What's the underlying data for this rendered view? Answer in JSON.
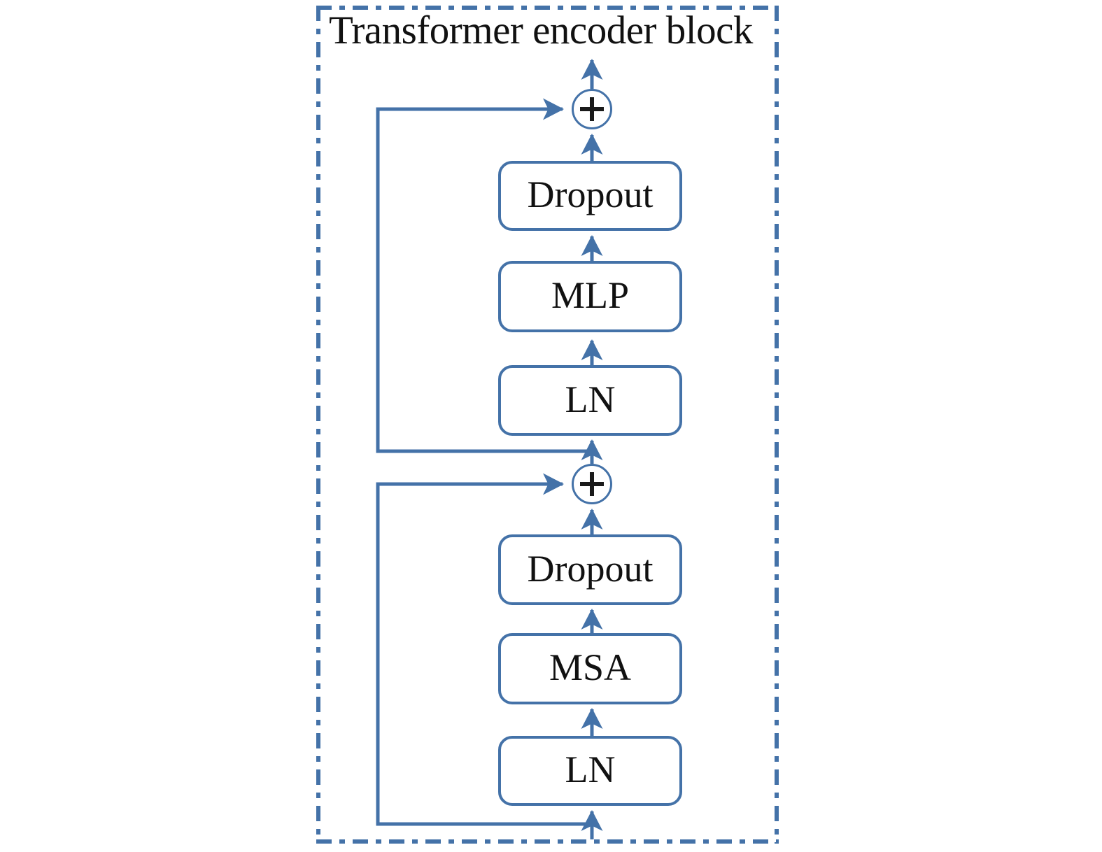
{
  "frame": {
    "title": "Transformer encoder block",
    "border_style": "dash-dot",
    "border_color": "#4472A8"
  },
  "theme": {
    "line_color": "#4472A8",
    "box_border_color": "#4472A8",
    "box_fill": "#ffffff",
    "text_color": "#111111",
    "background": "#ffffff"
  },
  "diagram": {
    "type": "flow-diagram",
    "orientation": "bottom-to-top",
    "nodes": [
      {
        "id": "ln-1",
        "label": "LN",
        "shape": "rounded-rect"
      },
      {
        "id": "msa",
        "label": "MSA",
        "shape": "rounded-rect"
      },
      {
        "id": "dropout-1",
        "label": "Dropout",
        "shape": "rounded-rect"
      },
      {
        "id": "add-1",
        "label": "+",
        "shape": "circle"
      },
      {
        "id": "ln-2",
        "label": "LN",
        "shape": "rounded-rect"
      },
      {
        "id": "mlp",
        "label": "MLP",
        "shape": "rounded-rect"
      },
      {
        "id": "dropout-2",
        "label": "Dropout",
        "shape": "rounded-rect"
      },
      {
        "id": "add-2",
        "label": "+",
        "shape": "circle"
      }
    ],
    "edges": [
      {
        "from": "input",
        "to": "ln-1",
        "kind": "arrow"
      },
      {
        "from": "ln-1",
        "to": "msa",
        "kind": "arrow"
      },
      {
        "from": "msa",
        "to": "dropout-1",
        "kind": "arrow"
      },
      {
        "from": "dropout-1",
        "to": "add-1",
        "kind": "arrow"
      },
      {
        "from": "input",
        "to": "add-1",
        "kind": "residual-skip"
      },
      {
        "from": "add-1",
        "to": "ln-2",
        "kind": "arrow"
      },
      {
        "from": "ln-2",
        "to": "mlp",
        "kind": "arrow"
      },
      {
        "from": "mlp",
        "to": "dropout-2",
        "kind": "arrow"
      },
      {
        "from": "dropout-2",
        "to": "add-2",
        "kind": "arrow"
      },
      {
        "from": "add-1",
        "to": "add-2",
        "kind": "residual-skip"
      },
      {
        "from": "add-2",
        "to": "output",
        "kind": "arrow"
      }
    ]
  },
  "labels": {
    "ln_bottom": "LN",
    "msa": "MSA",
    "dropout_bottom": "Dropout",
    "add_bottom": "+",
    "ln_top": "LN",
    "mlp": "MLP",
    "dropout_top": "Dropout",
    "add_top": "+"
  }
}
